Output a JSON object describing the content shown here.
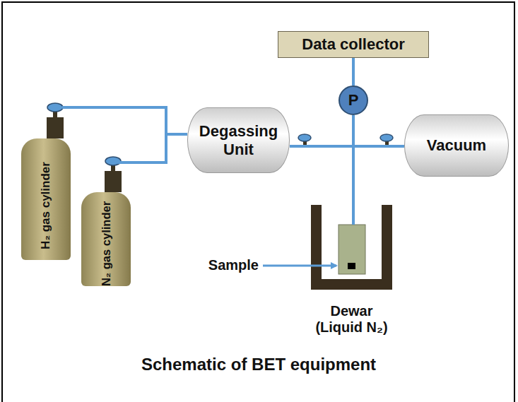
{
  "diagram": {
    "caption": "Schematic of BET equipment",
    "nodes": [
      {
        "text": [
          "Data collector"
        ]
      },
      {
        "text": [
          "P"
        ]
      },
      {
        "text": [
          "H₂ gas cylinder"
        ]
      },
      {
        "text": [
          "N₂ gas cylinder"
        ]
      },
      {
        "text": [
          "Degassing Unit"
        ]
      },
      {
        "text": [
          "Vacuum"
        ]
      },
      {
        "text": [
          "Dewar (Liquid N₂)"
        ]
      }
    ],
    "edges": [
      {
        "from": 2,
        "to": 4,
        "arrow": "none"
      },
      {
        "from": 3,
        "to": 4,
        "arrow": "none"
      },
      {
        "from": 4,
        "to": 5,
        "arrow": "none"
      },
      {
        "from": 0,
        "to": 1,
        "arrow": "none"
      },
      {
        "from": 1,
        "to": 6,
        "arrow": "none"
      }
    ],
    "labels": [
      "Sample"
    ]
  }
}
